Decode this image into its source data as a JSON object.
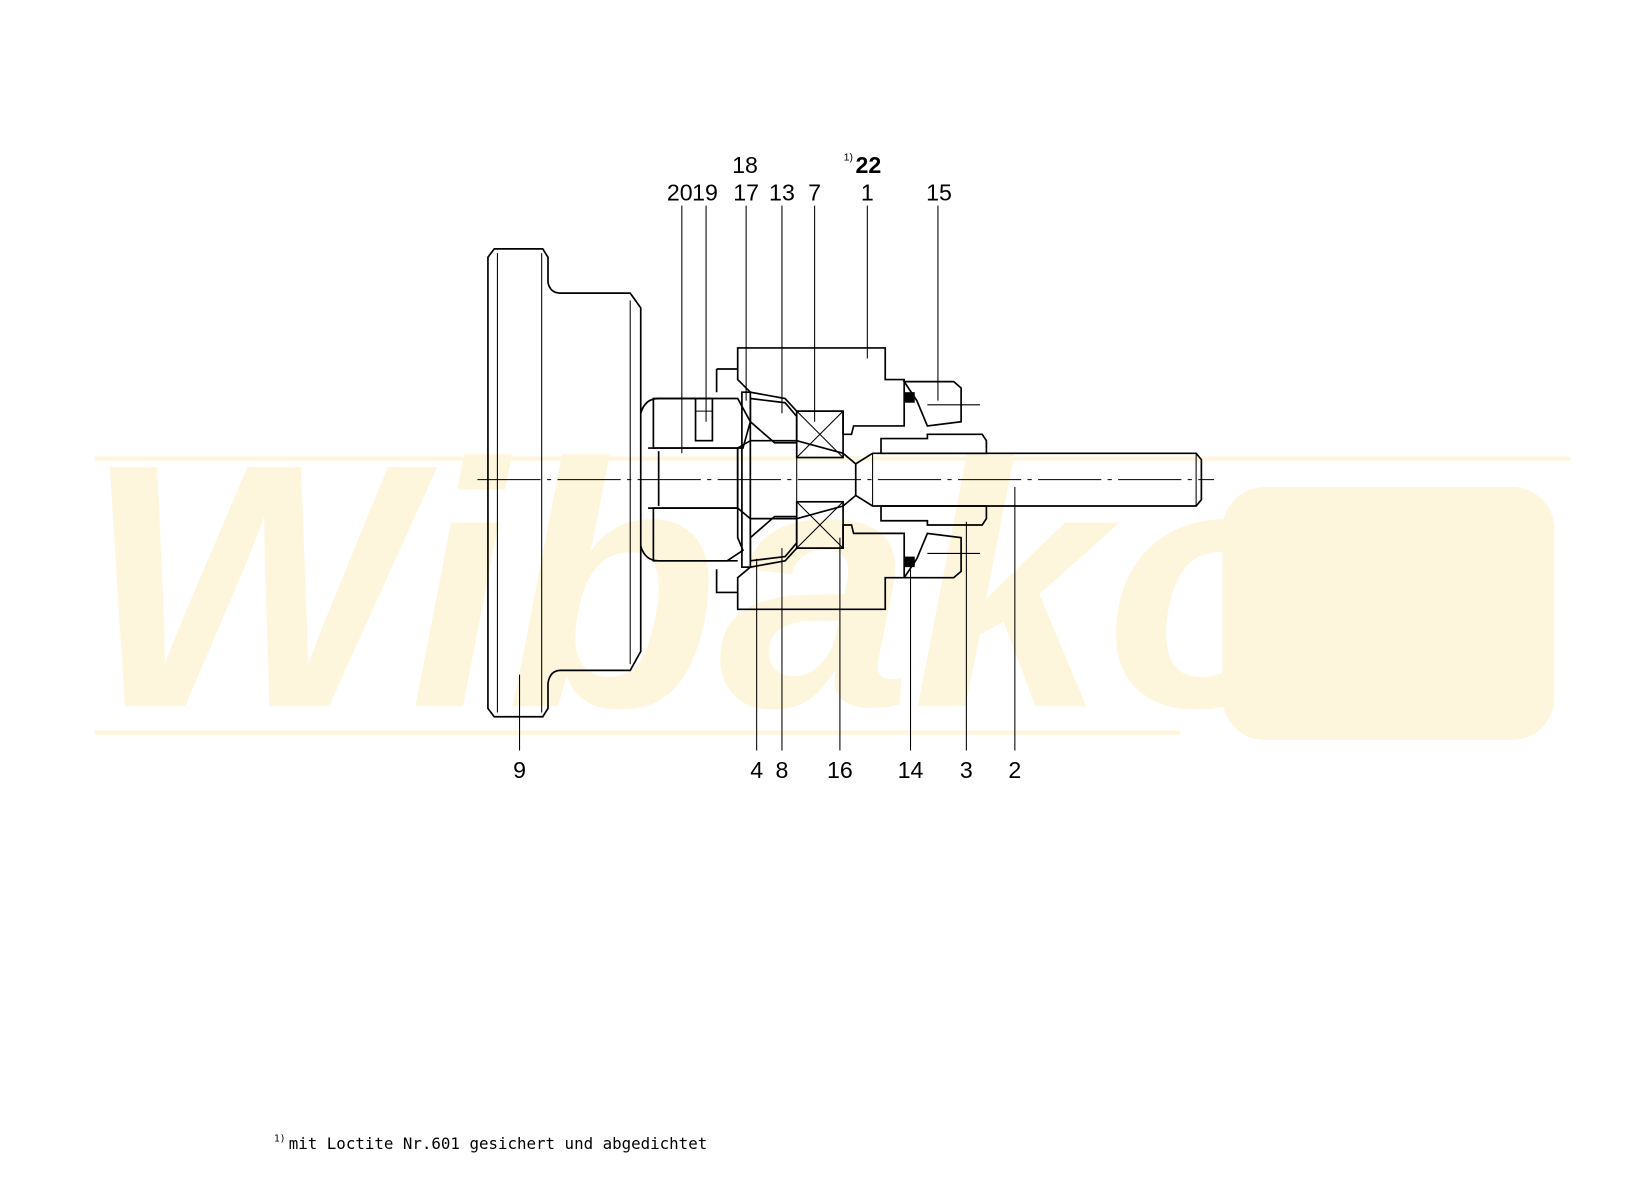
{
  "watermark": "Wibako",
  "labels_top": [
    {
      "id": "20",
      "text": "20"
    },
    {
      "id": "19",
      "text": "19"
    },
    {
      "id": "18",
      "text": "18"
    },
    {
      "id": "17",
      "text": "17"
    },
    {
      "id": "13",
      "text": "13"
    },
    {
      "id": "7",
      "text": "7"
    },
    {
      "id": "22",
      "text": "22",
      "note": "1)"
    },
    {
      "id": "1",
      "text": "1"
    },
    {
      "id": "15",
      "text": "15"
    }
  ],
  "labels_bottom": [
    {
      "id": "9",
      "text": "9"
    },
    {
      "id": "4",
      "text": "4"
    },
    {
      "id": "8",
      "text": "8"
    },
    {
      "id": "16",
      "text": "16"
    },
    {
      "id": "14",
      "text": "14"
    },
    {
      "id": "3",
      "text": "3"
    },
    {
      "id": "2",
      "text": "2"
    }
  ],
  "footnote": {
    "marker": "1)",
    "text": "mit Loctite Nr.601 gesichert und abgedichtet"
  },
  "colors": {
    "line": "#000000",
    "watermark": "#fdf6dc"
  }
}
